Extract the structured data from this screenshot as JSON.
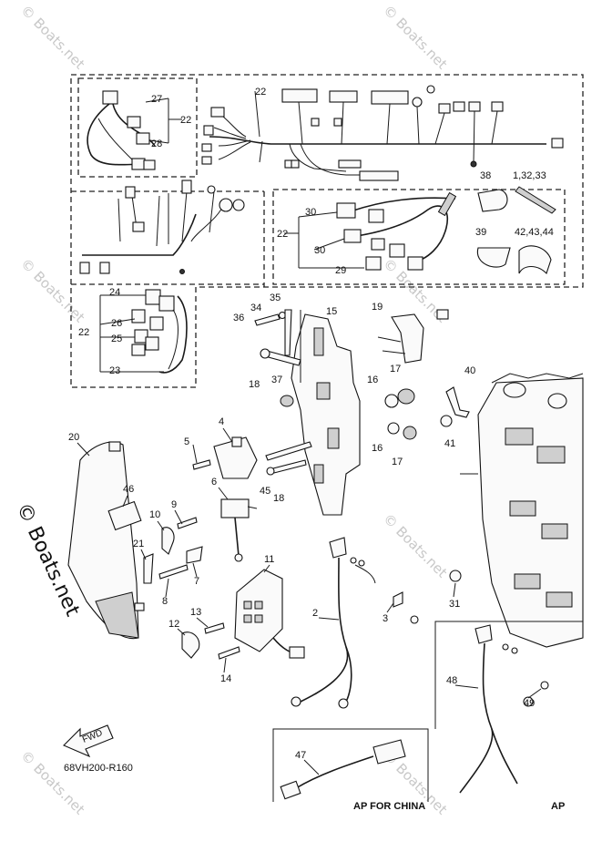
{
  "watermark": {
    "text": "© Boats.net"
  },
  "callouts": {
    "c2": "2",
    "c3": "3",
    "c4": "4",
    "c5": "5",
    "c6": "6",
    "c7": "7",
    "c8": "8",
    "c9": "9",
    "c10": "10",
    "c11": "11",
    "c12": "12",
    "c13": "13",
    "c14": "14",
    "c15": "15",
    "c16a": "16",
    "c16b": "16",
    "c17a": "17",
    "c17b": "17",
    "c18a": "18",
    "c18b": "18",
    "c19": "19",
    "c20": "20",
    "c21": "21",
    "c22a": "22",
    "c22b": "22",
    "c22c": "22",
    "c22d": "22",
    "c23": "23",
    "c24": "24",
    "c25": "25",
    "c26": "26",
    "c27": "27",
    "c28": "28",
    "c29": "29",
    "c30a": "30",
    "c30b": "30",
    "c31": "31",
    "c34": "34",
    "c35": "35",
    "c36": "36",
    "c37": "37",
    "c38": "38",
    "c39": "39",
    "c40": "40",
    "c41": "41",
    "c45": "45",
    "c46": "46",
    "c47": "47",
    "c48": "48",
    "c49": "49",
    "c1_32_33": "1,32,33",
    "c42_43_44": "42,43,44"
  },
  "fwd_label": "FWD",
  "drawing_code": "68VH200-R160",
  "footer_left": "AP FOR CHINA",
  "footer_right": "AP"
}
